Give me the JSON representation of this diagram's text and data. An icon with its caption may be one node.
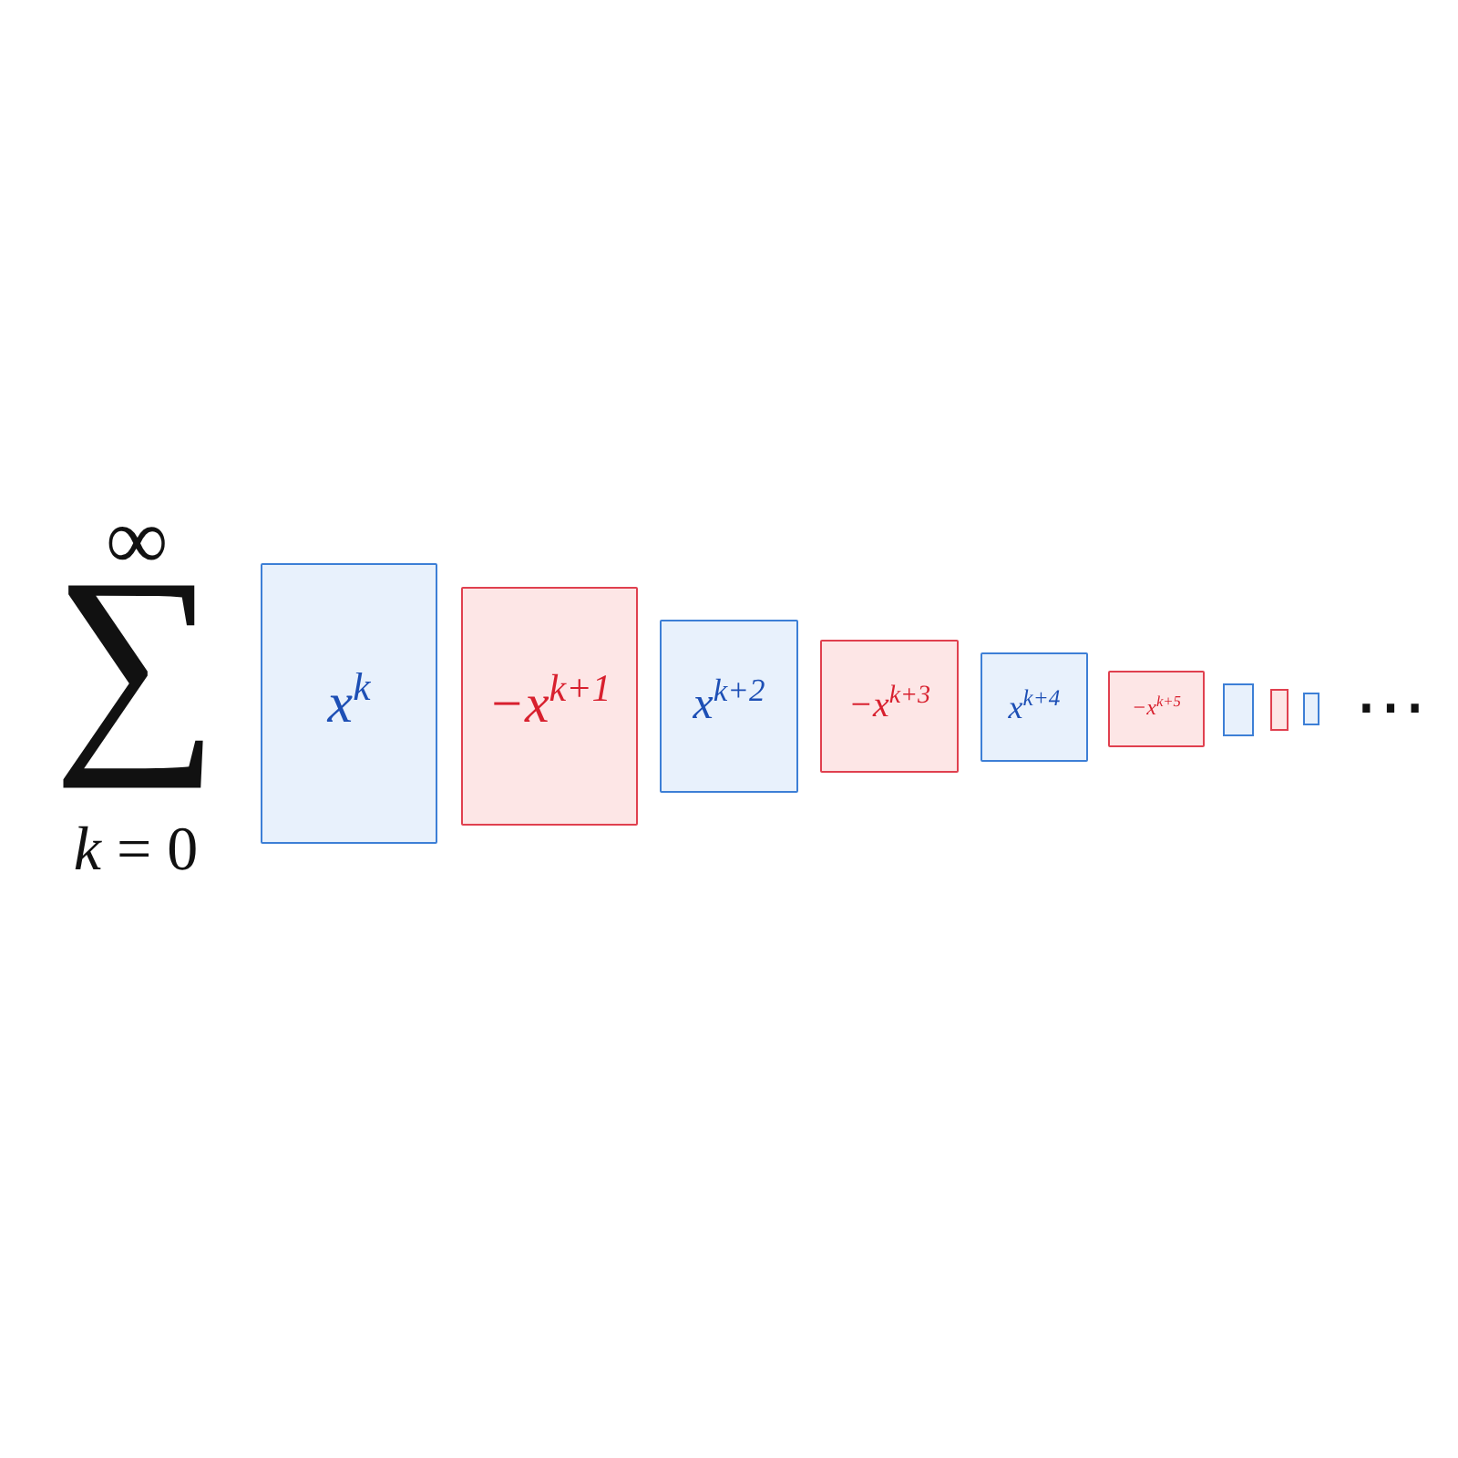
{
  "diagram": {
    "nodes": [
      {
        "text": [
          "x$^{k}$"
        ]
      },
      {
        "text": [
          "−x$^{k+1}$"
        ]
      },
      {
        "text": [
          "x$^{k+2}$"
        ]
      },
      {
        "text": [
          "−x$^{k+3}$"
        ]
      },
      {
        "text": [
          "x$^{k+4}$"
        ]
      },
      {
        "text": [
          "−x$^{k+5}$"
        ]
      },
      {
        "text": [],
        "shape": "box"
      },
      {
        "text": [],
        "shape": "box"
      },
      {
        "text": [],
        "shape": "box"
      }
    ],
    "labels": [
      "∞",
      "∑",
      "*k* = 0",
      "⋯"
    ]
  }
}
